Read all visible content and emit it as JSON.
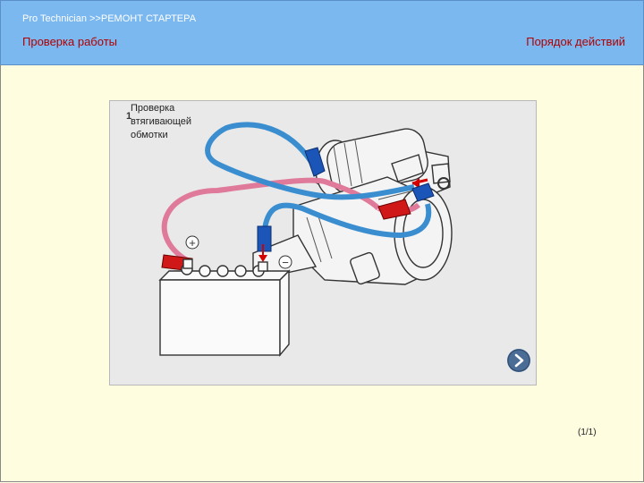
{
  "header": {
    "breadcrumb": "Pro  Technician >>РЕМОНТ СТАРТЕРА",
    "section_title": "Проверка работы",
    "procedure_link": "Порядок действий"
  },
  "step": {
    "number": "1",
    "text": "Проверка\nвтягивающей\nобмотки"
  },
  "figure": {
    "plus_symbol": "+",
    "minus_symbol": "−"
  },
  "navigation": {
    "next_icon": "chevron-right-icon",
    "page_counter": "(1/1)"
  },
  "colors": {
    "header_bg": "#7cb8f0",
    "page_bg": "#fffde0",
    "accent_red": "#b00000",
    "positive_cable": "#e07a9a",
    "negative_cable": "#3a8ed0"
  }
}
